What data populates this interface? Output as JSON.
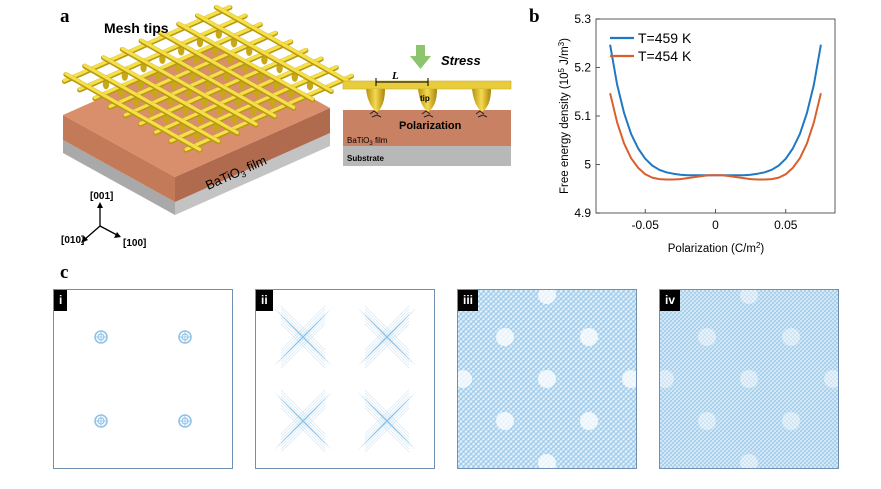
{
  "panel_a": {
    "label": "a",
    "mesh_title": "Mesh tips",
    "film_label": "BaTiO",
    "film_sub": "3",
    "film_suffix": " film",
    "axes": {
      "z": "[001]",
      "y": "[010]",
      "x": "[100]"
    },
    "stress_label": "Stress",
    "length_label": "L",
    "tip_label": "tip",
    "polarization_label": "Polarization",
    "cross_film_label": "BaTiO",
    "cross_film_sub": "3",
    "cross_film_suffix": " film",
    "substrate_label": "Substrate",
    "colors": {
      "mesh": "#ecd838",
      "film_top": "#d98e6c",
      "film_side": "#b06a4d",
      "substrate": "#b5b5b5",
      "arrow": "#8cc56d"
    }
  },
  "panel_b": {
    "label": "b",
    "chart_data": {
      "type": "line",
      "ylabel": "Free energy density (10",
      "ylabel_sup": "5",
      "ylabel_unit": " J/m",
      "ylabel_sup2": "3",
      "ylabel_close": ")",
      "xlabel": "Polarization (C/m",
      "xlabel_sup": "2",
      "xlabel_close": ")",
      "xlim": [
        -0.085,
        0.085
      ],
      "ylim": [
        4.9,
        5.3
      ],
      "xticks": [
        -0.05,
        0,
        0.05
      ],
      "xtick_labels": [
        "-0.05",
        "0",
        "0.05"
      ],
      "yticks": [
        4.9,
        5.0,
        5.1,
        5.2,
        5.3
      ],
      "ytick_labels": [
        "4.9",
        "5",
        "5.1",
        "5.2",
        "5.3"
      ],
      "legend_position": "top-left",
      "series": [
        {
          "name": "T=459 K",
          "color": "#1f78c1",
          "x": [
            -0.075,
            -0.07,
            -0.065,
            -0.06,
            -0.055,
            -0.05,
            -0.045,
            -0.04,
            -0.035,
            -0.03,
            -0.025,
            -0.02,
            -0.015,
            -0.01,
            -0.005,
            0,
            0.005,
            0.01,
            0.015,
            0.02,
            0.025,
            0.03,
            0.035,
            0.04,
            0.045,
            0.05,
            0.055,
            0.06,
            0.065,
            0.07,
            0.075
          ],
          "y": [
            5.247,
            5.165,
            5.106,
            5.063,
            5.033,
            5.012,
            4.998,
            4.989,
            4.984,
            4.981,
            4.979,
            4.978,
            4.978,
            4.978,
            4.978,
            4.978,
            4.978,
            4.978,
            4.978,
            4.978,
            4.979,
            4.981,
            4.984,
            4.989,
            4.998,
            5.012,
            5.033,
            5.063,
            5.106,
            5.165,
            5.247
          ]
        },
        {
          "name": "T=454 K",
          "color": "#d95f2e",
          "x": [
            -0.075,
            -0.07,
            -0.065,
            -0.06,
            -0.055,
            -0.05,
            -0.045,
            -0.04,
            -0.035,
            -0.03,
            -0.025,
            -0.02,
            -0.015,
            -0.01,
            -0.005,
            0,
            0.005,
            0.01,
            0.015,
            0.02,
            0.025,
            0.03,
            0.035,
            0.04,
            0.045,
            0.05,
            0.055,
            0.06,
            0.065,
            0.07,
            0.075
          ],
          "y": [
            5.147,
            5.087,
            5.043,
            5.013,
            4.993,
            4.98,
            4.973,
            4.97,
            4.969,
            4.969,
            4.97,
            4.972,
            4.974,
            4.976,
            4.978,
            4.978,
            4.978,
            4.976,
            4.974,
            4.972,
            4.97,
            4.969,
            4.969,
            4.97,
            4.973,
            4.98,
            4.993,
            5.013,
            5.043,
            5.087,
            5.147
          ]
        }
      ]
    }
  },
  "panel_c": {
    "label": "c",
    "panels": [
      {
        "id": "i",
        "stage": 0.0
      },
      {
        "id": "ii",
        "stage": 0.35
      },
      {
        "id": "iii",
        "stage": 0.8
      },
      {
        "id": "iv",
        "stage": 1.0
      }
    ],
    "pattern_color": "#8fc3e8"
  }
}
